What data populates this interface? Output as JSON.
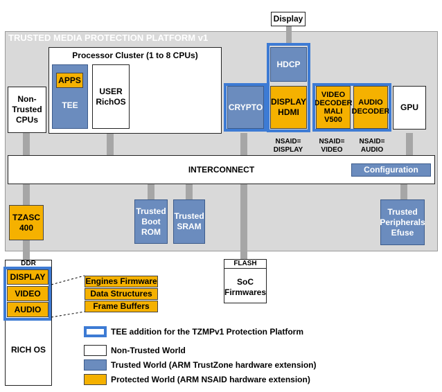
{
  "platform": {
    "title": "TRUSTED MEDIA PROTECTION PLATFORM v1",
    "display_label": "Display",
    "processor_cluster": "Processor Cluster (1 to 8 CPUs)",
    "apps": "APPS",
    "tee": "TEE",
    "user_richos": "USER\nRichOS",
    "non_trusted_cpus": "Non-\nTrusted\nCPUs",
    "crypto": "CRYPTO",
    "hdcp": "HDCP",
    "display_hdmi": "DISPLAY\nHDMI",
    "video_decoder": "VIDEO\nDECODER\nMALI V500",
    "audio_decoder": "AUDIO\nDECODER",
    "gpu": "GPU",
    "nsaid_display": "NSAID=\nDISPLAY",
    "nsaid_video": "NSAID=\nVIDEO",
    "nsaid_audio": "NSAID=\nAUDIO",
    "interconnect": "INTERCONNECT",
    "configuration": "Configuration",
    "tzasc": "TZASC\n400",
    "trusted_boot_rom": "Trusted\nBoot\nROM",
    "trusted_sram": "Trusted\nSRAM",
    "trusted_peripherals": "Trusted\nPeripherals\nEfuse"
  },
  "ddr": {
    "label": "DDR",
    "display": "DISPLAY",
    "video": "VIDEO",
    "audio": "AUDIO",
    "rich_os": "RICH OS"
  },
  "detail": {
    "engines_firmware": "Engines Firmware",
    "data_structures": "Data Structures",
    "frame_buffers": "Frame Buffers"
  },
  "flash": {
    "label": "FLASH",
    "content": "SoC\nFirmwares"
  },
  "legend": {
    "tee_addition": "TEE addition for the TZMPv1 Protection Platform",
    "non_trusted": "Non-Trusted World",
    "trusted": "Trusted World (ARM TrustZone hardware extension)",
    "protected": "Protected World (ARM NSAID hardware extension)"
  },
  "colors": {
    "platform_bg": "#d9d9d9",
    "trusted_blue": "#6b8cbe",
    "protected_orange": "#f5b100",
    "tee_outline": "#3d7bd4",
    "connector_gray": "#a6a6a6"
  }
}
